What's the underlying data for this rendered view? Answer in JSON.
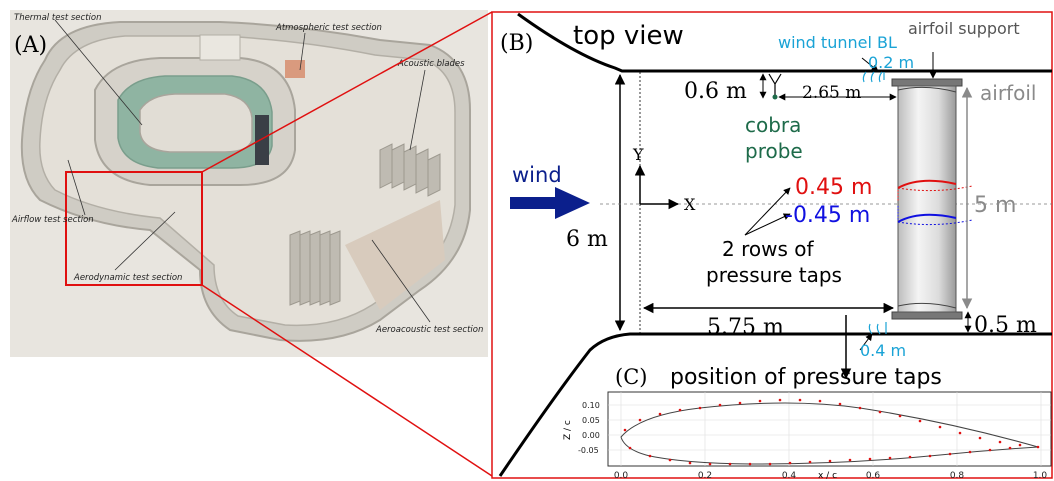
{
  "panel_a": {
    "label": "(A)",
    "sections": {
      "thermal": "Thermal test section",
      "atmospheric": "Atmospheric test section",
      "acoustic_blades": "Acoustic blades",
      "airflow": "Airflow test section",
      "aerodynamic": "Aerodynamic test section",
      "aeroacoustic": "Aeroacoustic test section"
    }
  },
  "panel_b": {
    "label": "(B)",
    "title": "top view",
    "wind": "wind",
    "wind_tunnel_bl": "wind tunnel BL",
    "bl_top": "0.2 m",
    "bl_bottom": "0.4 m",
    "airfoil_support": "airfoil support",
    "airfoil": "airfoil",
    "dim_06": "0.6 m",
    "dim_265": "2.65 m",
    "cobra_line1": "cobra",
    "cobra_line2": "probe",
    "y_axis": "Y",
    "x_axis": "X",
    "tap_pos": "0.45 m",
    "tap_neg": "-0.45 m",
    "span": "5 m",
    "width": "6 m",
    "rows_line1": "2 rows of",
    "rows_line2": "pressure taps",
    "dim_575": "5.75 m",
    "dim_05": "0.5 m",
    "colors": {
      "wind": "#0b1f8c",
      "bl": "#1aa3d6",
      "cobra": "#1e6b4a",
      "red": "#e01010",
      "blue": "#1010e0",
      "grey": "#8a8a8a"
    }
  },
  "panel_c": {
    "label": "(C)",
    "title": "position of pressure taps",
    "xlabel": "x / c",
    "ylabel": "Z / c",
    "x_ticks": [
      "0.0",
      "0.2",
      "0.4",
      "0.6",
      "0.8",
      "1.0"
    ],
    "y_ticks": [
      "0.10",
      "0.05",
      "0.00",
      "-0.05"
    ]
  }
}
